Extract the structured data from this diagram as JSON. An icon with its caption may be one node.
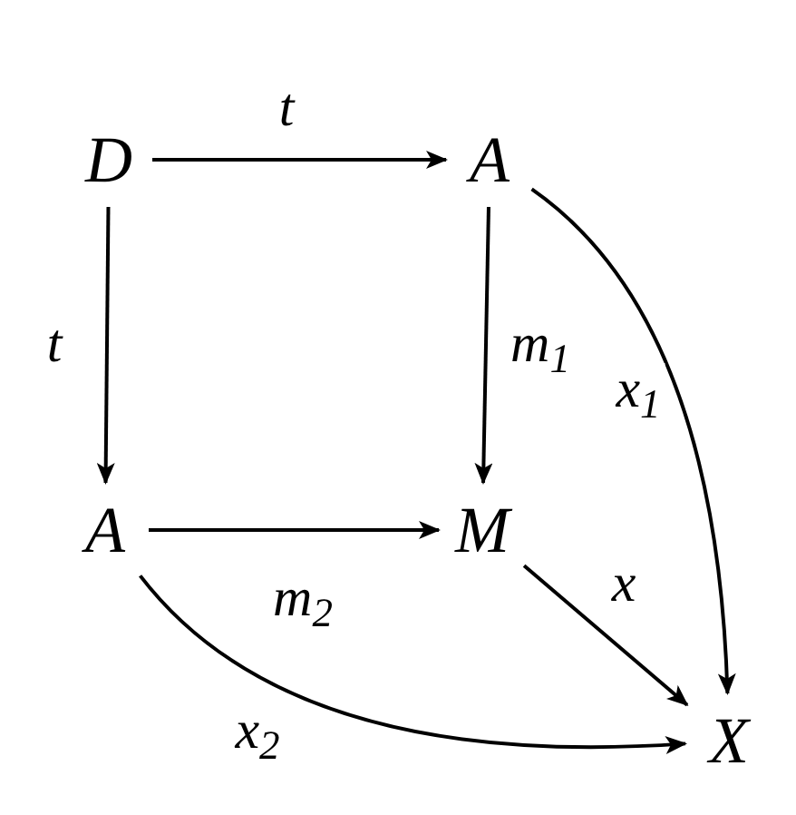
{
  "diagram": {
    "nodes": [
      {
        "text": [
          "D"
        ]
      },
      {
        "text": [
          "A"
        ]
      },
      {
        "text": [
          "A"
        ]
      },
      {
        "text": [
          "M"
        ]
      },
      {
        "text": [
          "X"
        ]
      }
    ],
    "edges": [
      {
        "from": 0,
        "to": 1,
        "arrow": "to",
        "label": "t"
      },
      {
        "from": 0,
        "to": 2,
        "arrow": "to",
        "label": "t"
      },
      {
        "from": 1,
        "to": 3,
        "arrow": "to",
        "label": "m$_{1}$"
      },
      {
        "from": 1,
        "to": 4,
        "arrow": "to",
        "label": "x$_{1}$"
      },
      {
        "from": 2,
        "to": 3,
        "arrow": "to",
        "label": "m$_{2}$"
      },
      {
        "from": 3,
        "to": 4,
        "arrow": "to",
        "label": "x"
      },
      {
        "from": 2,
        "to": 4,
        "arrow": "to",
        "label": "x$_{2}$"
      }
    ]
  }
}
